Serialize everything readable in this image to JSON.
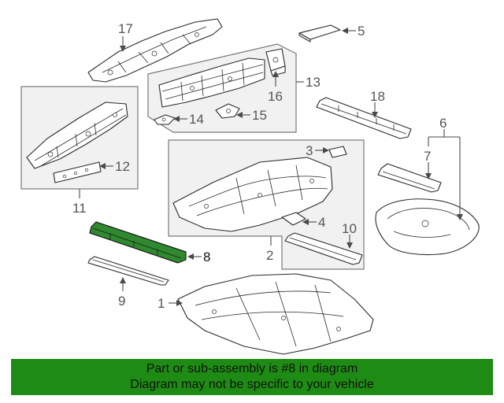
{
  "callouts": {
    "c1": "1",
    "c2": "2",
    "c3": "3",
    "c4": "4",
    "c5": "5",
    "c6": "6",
    "c7": "7",
    "c8": "8",
    "c9": "9",
    "c10": "10",
    "c11": "11",
    "c12": "12",
    "c13": "13",
    "c14": "14",
    "c15": "15",
    "c16": "16",
    "c17": "17",
    "c18": "18"
  },
  "highlighted_part": "8",
  "banner": {
    "line1": "Part or sub-assembly is #8 in diagram",
    "line2": "Diagram may not be specific to your vehicle",
    "background": "#1e8c14"
  },
  "colors": {
    "highlight": "#2f8a2f"
  }
}
